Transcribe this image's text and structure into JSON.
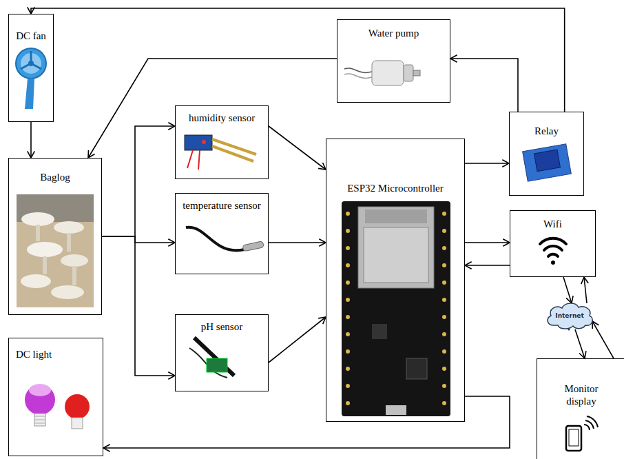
{
  "diagram": {
    "nodes": [
      {
        "text": [
          "DC fan"
        ]
      },
      {
        "text": [
          "Water pump"
        ]
      },
      {
        "text": [
          "humidity sensor"
        ]
      },
      {
        "text": [
          "ESP32 Microcontroller"
        ]
      },
      {
        "text": [
          "Relay"
        ]
      },
      {
        "text": [
          "Baglog"
        ]
      },
      {
        "text": [
          "temperature sensor"
        ]
      },
      {
        "text": [
          "Wifi"
        ]
      },
      {
        "text": [
          "Internet"
        ]
      },
      {
        "text": [
          "pH sensor"
        ]
      },
      {
        "text": [
          "DC light"
        ]
      },
      {
        "text": [
          "Monitor display"
        ]
      }
    ],
    "edges": [
      {
        "from": 4,
        "to": 0,
        "arrow": "to"
      },
      {
        "from": 4,
        "to": 1,
        "arrow": "to"
      },
      {
        "from": 1,
        "to": 5,
        "arrow": "to"
      },
      {
        "from": 0,
        "to": 5,
        "arrow": "to"
      },
      {
        "from": 5,
        "to": 2,
        "arrow": "to"
      },
      {
        "from": 5,
        "to": 6,
        "arrow": "to"
      },
      {
        "from": 5,
        "to": 9,
        "arrow": "to"
      },
      {
        "from": 2,
        "to": 3,
        "arrow": "to"
      },
      {
        "from": 6,
        "to": 3,
        "arrow": "to"
      },
      {
        "from": 9,
        "to": 3,
        "arrow": "to"
      },
      {
        "from": 3,
        "to": 4,
        "arrow": "to"
      },
      {
        "from": 3,
        "to": 7,
        "arrow": "to"
      },
      {
        "from": 7,
        "to": 3,
        "arrow": "to"
      },
      {
        "from": 7,
        "to": 8,
        "arrow": "to"
      },
      {
        "from": 8,
        "to": 7,
        "arrow": "to"
      },
      {
        "from": 8,
        "to": 11,
        "arrow": "to"
      },
      {
        "from": 11,
        "to": 8,
        "arrow": "to"
      },
      {
        "from": 3,
        "to": 10,
        "arrow": "to"
      }
    ]
  }
}
